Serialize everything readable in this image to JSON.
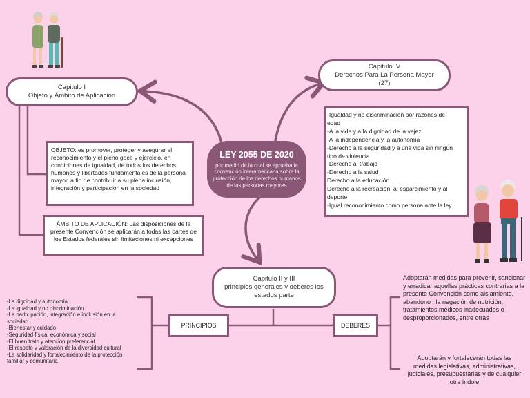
{
  "center": {
    "title": "LEY 2055 DE 2020",
    "subtitle": "por medio de la cual se aprueba la convención interamericana sobre la protección de los derechos humanos de las personas mayores"
  },
  "cap1": {
    "line1": "Capitulo I",
    "line2": "Objeto y Ámbito de Aplicación"
  },
  "objeto": "OBJETO: es promover, proteger y asegurar el reconocimiento y el pleno goce y ejercicio, en condiciones de igualdad, de todos los derechos humanos y libertades fundamentales de la persona mayor, a fin de contribuir a su plena inclusión, integración y participación en la sociedad",
  "ambito": "ÁMBITO DE APLICACIÓN: Las disposiciones de la presente Convención se aplicarán a todas las partes de los Estados federales sin limitaciones ni excepciones",
  "cap4": {
    "line1": "Capitulo IV",
    "line2": "Derechos Para La Persona Mayor",
    "line3": "(27)"
  },
  "derechos": [
    "-Igualdad y no discriminación por razones de",
    "edad",
    "-A la vida y a la dignidad de la vejez",
    "-A la independencia y la autonomía",
    "-Derecho a la seguridad y a una vida sin ningún",
    "tipo de violencia",
    "-Derecho al trabajo",
    "-Derecho a la salud",
    "Derecho a la educación",
    "Derecho a la recreación, al esparcimiento y al",
    "deporte",
    "-Igual reconocimiento como persona ante la ley"
  ],
  "cap2": {
    "line1": "Capitulo II y III",
    "line2": "principios generales y deberes los",
    "line3": "estados parte"
  },
  "principios_label": "PRINCIPIOS",
  "principios": [
    "-La dignidad y autonomía",
    "-La igualdad y no discriminación",
    "-La participación, integración e inclusión en la",
    "sociedad",
    "-Bienestar y cuidado",
    "-Seguridad física, económica y social",
    "-El buen trato y atención preferencial",
    "-El respeto y valoración de la diversidad cultural",
    "-La solidaridad y fortalecimiento de la protección",
    "familiar y comunitaria"
  ],
  "deberes_label": "DEBERES",
  "deberes1": "Adoptarán medidas para prevenir, sancionar y erradicar aquellas prácticas contrarias a la presente Convención como aislamiento, abandono , la negación de nutrición, tratamientos médicos inadecuados o desproporcionados, entre otras",
  "deberes2": "Adoptarán y fortalecerán todas las medidas legislativas, administrativas, judiciales, presupuestarias y de cualquier otra índole",
  "colors": {
    "background": "#fcd2ea",
    "accent": "#8a5876"
  }
}
